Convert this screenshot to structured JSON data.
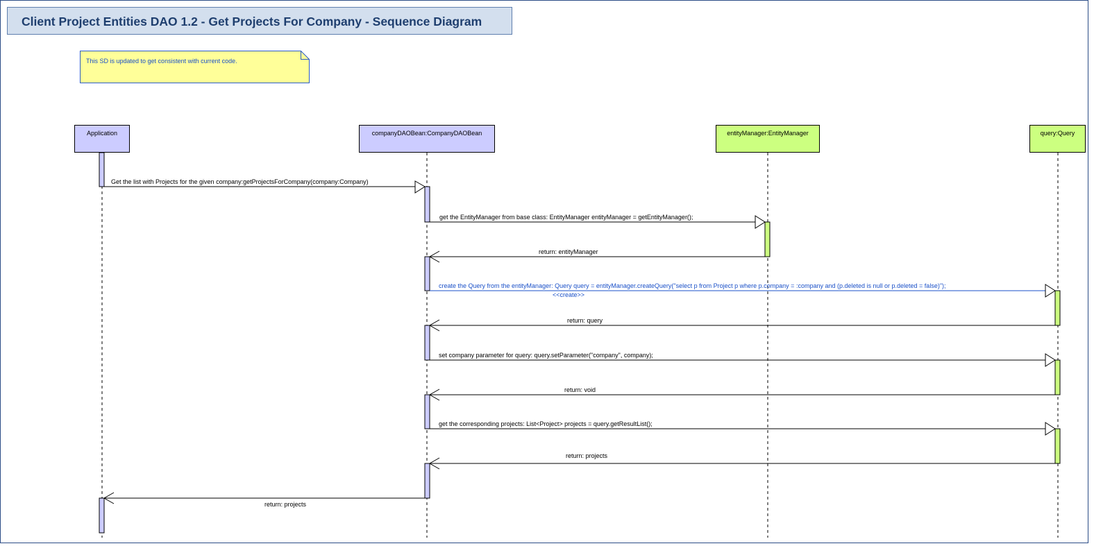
{
  "title": "Client Project Entities DAO 1.2 - Get Projects For Company - Sequence Diagram",
  "note": "This SD is updated to get consistent with current code.",
  "lifelines": [
    {
      "id": "application",
      "label": "Application",
      "fill": "#ccccff"
    },
    {
      "id": "dao",
      "label": "companyDAOBean:CompanyDAOBean",
      "fill": "#ccccff"
    },
    {
      "id": "em",
      "label": "entityManager:EntityManager",
      "fill": "#ccff80"
    },
    {
      "id": "query",
      "label": "query:Query",
      "fill": "#ccff80"
    }
  ],
  "messages": [
    {
      "from": "application",
      "to": "dao",
      "kind": "call",
      "label": "Get the list with Projects for the given company:getProjectsForCompany(company:Company)"
    },
    {
      "from": "dao",
      "to": "em",
      "kind": "call",
      "label": "get the EntityManager from base class: EntityManager entityManager = getEntityManager();"
    },
    {
      "from": "em",
      "to": "dao",
      "kind": "return",
      "label": "return: entityManager"
    },
    {
      "from": "dao",
      "to": "query",
      "kind": "create",
      "label": "create the Query from the entityManager: Query query = entityManager.createQuery(\"select p from Project p where p.company = :company and (p.deleted is null or p.deleted = false)\");",
      "stereotype": "<<create>>"
    },
    {
      "from": "query",
      "to": "dao",
      "kind": "return",
      "label": "return: query"
    },
    {
      "from": "dao",
      "to": "query",
      "kind": "call",
      "label": "set company parameter for query: query.setParameter(\"company\", company);"
    },
    {
      "from": "query",
      "to": "dao",
      "kind": "return",
      "label": "return: void"
    },
    {
      "from": "dao",
      "to": "query",
      "kind": "call",
      "label": "get the corresponding projects: List<Project> projects = query.getResultList();"
    },
    {
      "from": "query",
      "to": "dao",
      "kind": "return",
      "label": "return: projects"
    },
    {
      "from": "dao",
      "to": "application",
      "kind": "return",
      "label": "return: projects"
    }
  ],
  "colors": {
    "frame": "#2b4c86",
    "title_fill": "#d3dfee",
    "note_fill": "#ffff99",
    "note_border": "#2b5cc6",
    "create_message": "#1a50c8",
    "activation_lavender": "#ccccff",
    "activation_green": "#ccff80"
  }
}
